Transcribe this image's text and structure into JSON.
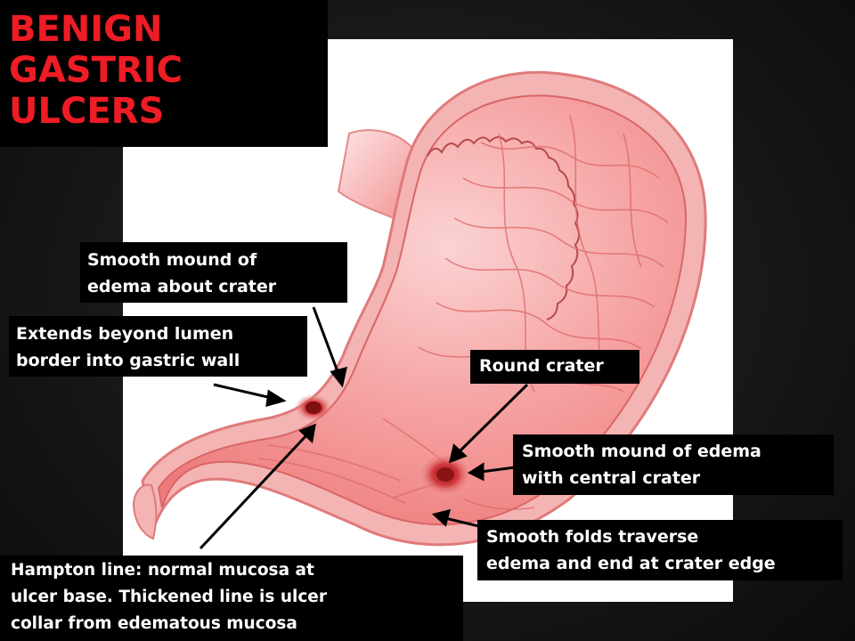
{
  "title": {
    "lines": [
      "BENIGN",
      "GASTRIC",
      "ULCERS"
    ],
    "color": "#ee1c25"
  },
  "labels": {
    "mound_crater": [
      "Smooth mound of",
      "edema about crater"
    ],
    "extends": [
      "Extends beyond lumen",
      "border into gastric wall"
    ],
    "round_crater": [
      "Round crater"
    ],
    "central_crater": [
      "Smooth mound of edema",
      "with central crater"
    ],
    "folds": [
      "Smooth folds traverse",
      "edema and end at crater edge"
    ],
    "hampton": [
      "Hampton line: normal mucosa at",
      "ulcer base. Thickened line is ulcer",
      "collar from edematous mucosa"
    ]
  },
  "colors": {
    "background": "#161616",
    "panel": "#ffffff",
    "stomach_wall": "#f2a7a7",
    "mucosa": "#f58a8a",
    "ulcer": "#c0282b",
    "label_bg": "#000000",
    "label_text": "#ffffff"
  }
}
